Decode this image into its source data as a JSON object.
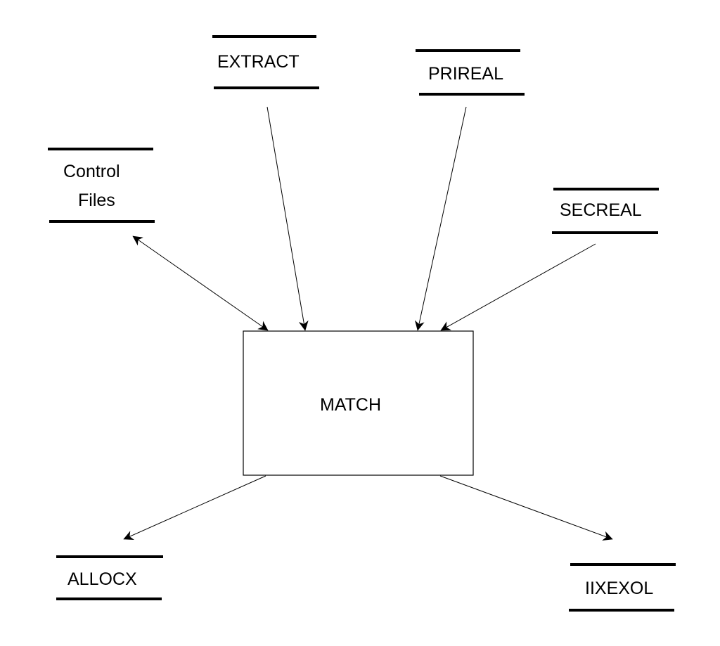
{
  "process": {
    "label": "MATCH"
  },
  "stores": {
    "extract": {
      "label": "EXTRACT"
    },
    "prireal": {
      "label": "PRIREAL"
    },
    "control_files": {
      "line1": "Control",
      "line2": "Files"
    },
    "secreal": {
      "label": "SECREAL"
    },
    "allocx": {
      "label": "ALLOCX"
    },
    "iixexol": {
      "label": "IIXEXOL"
    }
  },
  "colors": {
    "ink": "#000000",
    "background": "#ffffff"
  }
}
